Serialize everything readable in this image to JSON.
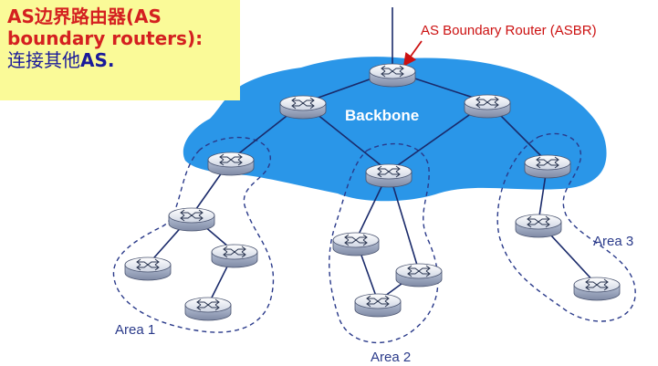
{
  "callout": {
    "line1_prefix": "AS",
    "line1_rest": "边界路由器(AS",
    "line2": "boundary routers):",
    "line3_prefix": "连接其他",
    "line3_suffix": "AS."
  },
  "labels": {
    "asbr": "AS Boundary Router (ASBR)",
    "backbone": "Backbone",
    "area1": "Area 1",
    "area2": "Area 2",
    "area3": "Area 3"
  },
  "colors": {
    "backbone_fill": "#2a96e8",
    "callout_bg": "#fafa98",
    "area_outline": "#2a3a8a",
    "asbr_label": "#cc1111",
    "link": "#1a2a6a"
  },
  "routers": [
    {
      "id": "asbr",
      "group": "backbone"
    },
    {
      "id": "bb-left",
      "group": "backbone"
    },
    {
      "id": "bb-right",
      "group": "backbone"
    },
    {
      "id": "bb-area1",
      "group": "backbone"
    },
    {
      "id": "bb-area2",
      "group": "backbone"
    },
    {
      "id": "bb-area3",
      "group": "backbone"
    },
    {
      "id": "a1-mid",
      "group": "area1"
    },
    {
      "id": "a1-left",
      "group": "area1"
    },
    {
      "id": "a1-right",
      "group": "area1"
    },
    {
      "id": "a1-bottom",
      "group": "area1"
    },
    {
      "id": "a2-left",
      "group": "area2"
    },
    {
      "id": "a2-right",
      "group": "area2"
    },
    {
      "id": "a2-bottom",
      "group": "area2"
    },
    {
      "id": "a3-mid",
      "group": "area3"
    },
    {
      "id": "a3-bottom",
      "group": "area3"
    }
  ],
  "links": [
    [
      "asbr",
      "bb-left"
    ],
    [
      "asbr",
      "bb-right"
    ],
    [
      "bb-left",
      "bb-area1"
    ],
    [
      "bb-left",
      "bb-area2"
    ],
    [
      "bb-right",
      "bb-area2"
    ],
    [
      "bb-right",
      "bb-area3"
    ],
    [
      "bb-area1",
      "a1-mid"
    ],
    [
      "a1-mid",
      "a1-left"
    ],
    [
      "a1-mid",
      "a1-right"
    ],
    [
      "a1-right",
      "a1-bottom"
    ],
    [
      "bb-area2",
      "a2-left"
    ],
    [
      "bb-area2",
      "a2-right"
    ],
    [
      "a2-left",
      "a2-bottom"
    ],
    [
      "a2-right",
      "a2-bottom"
    ],
    [
      "bb-area3",
      "a3-mid"
    ],
    [
      "a3-mid",
      "a3-bottom"
    ]
  ]
}
